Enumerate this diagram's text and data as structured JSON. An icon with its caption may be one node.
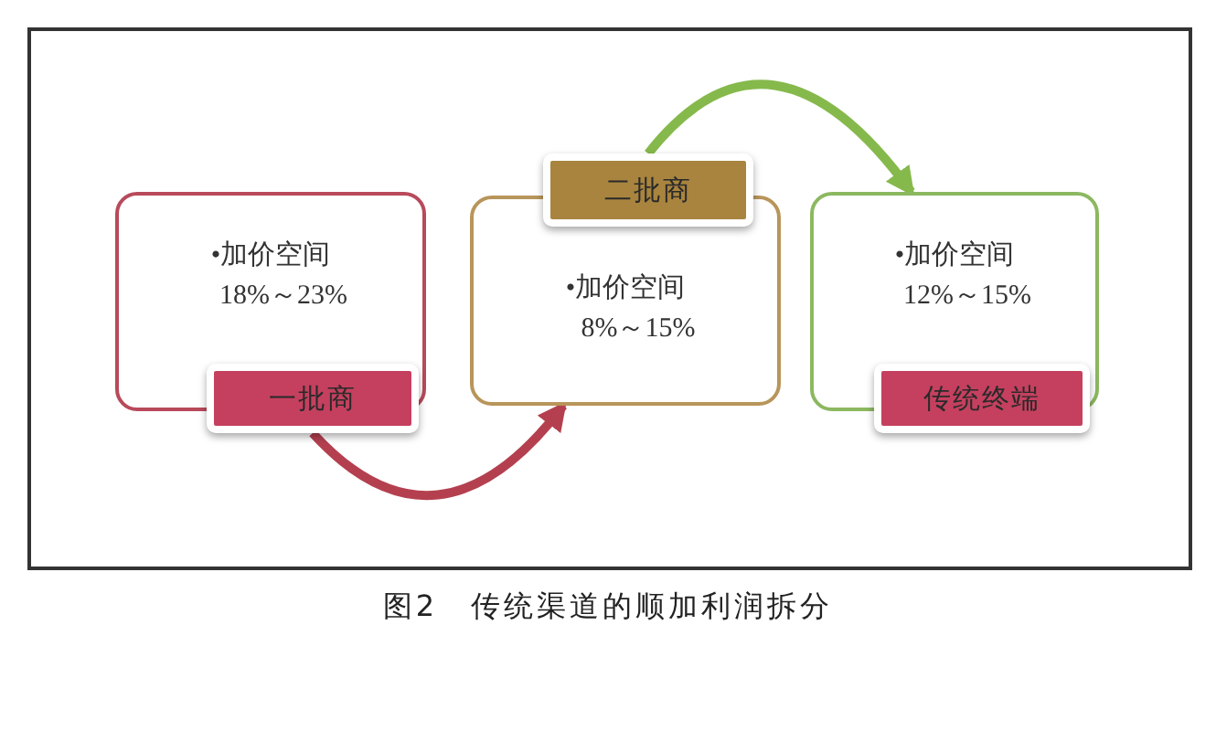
{
  "diagram": {
    "caption": "图2　传统渠道的顺加利润拆分",
    "nodes": [
      {
        "text": [
          "•加价空间",
          "18%～23%"
        ]
      },
      {
        "text": [
          "一批商"
        ]
      },
      {
        "text": [
          "•加价空间",
          "8%～15%"
        ]
      },
      {
        "text": [
          "二批商"
        ]
      },
      {
        "text": [
          "•加价空间",
          "12%～15%"
        ]
      },
      {
        "text": [
          "传统终端"
        ]
      }
    ],
    "edges": [
      {
        "from": 1,
        "to": 2,
        "arrow": "to",
        "color": "#b4404f"
      },
      {
        "from": 3,
        "to": 4,
        "arrow": "to",
        "color": "#86b94c"
      }
    ]
  }
}
